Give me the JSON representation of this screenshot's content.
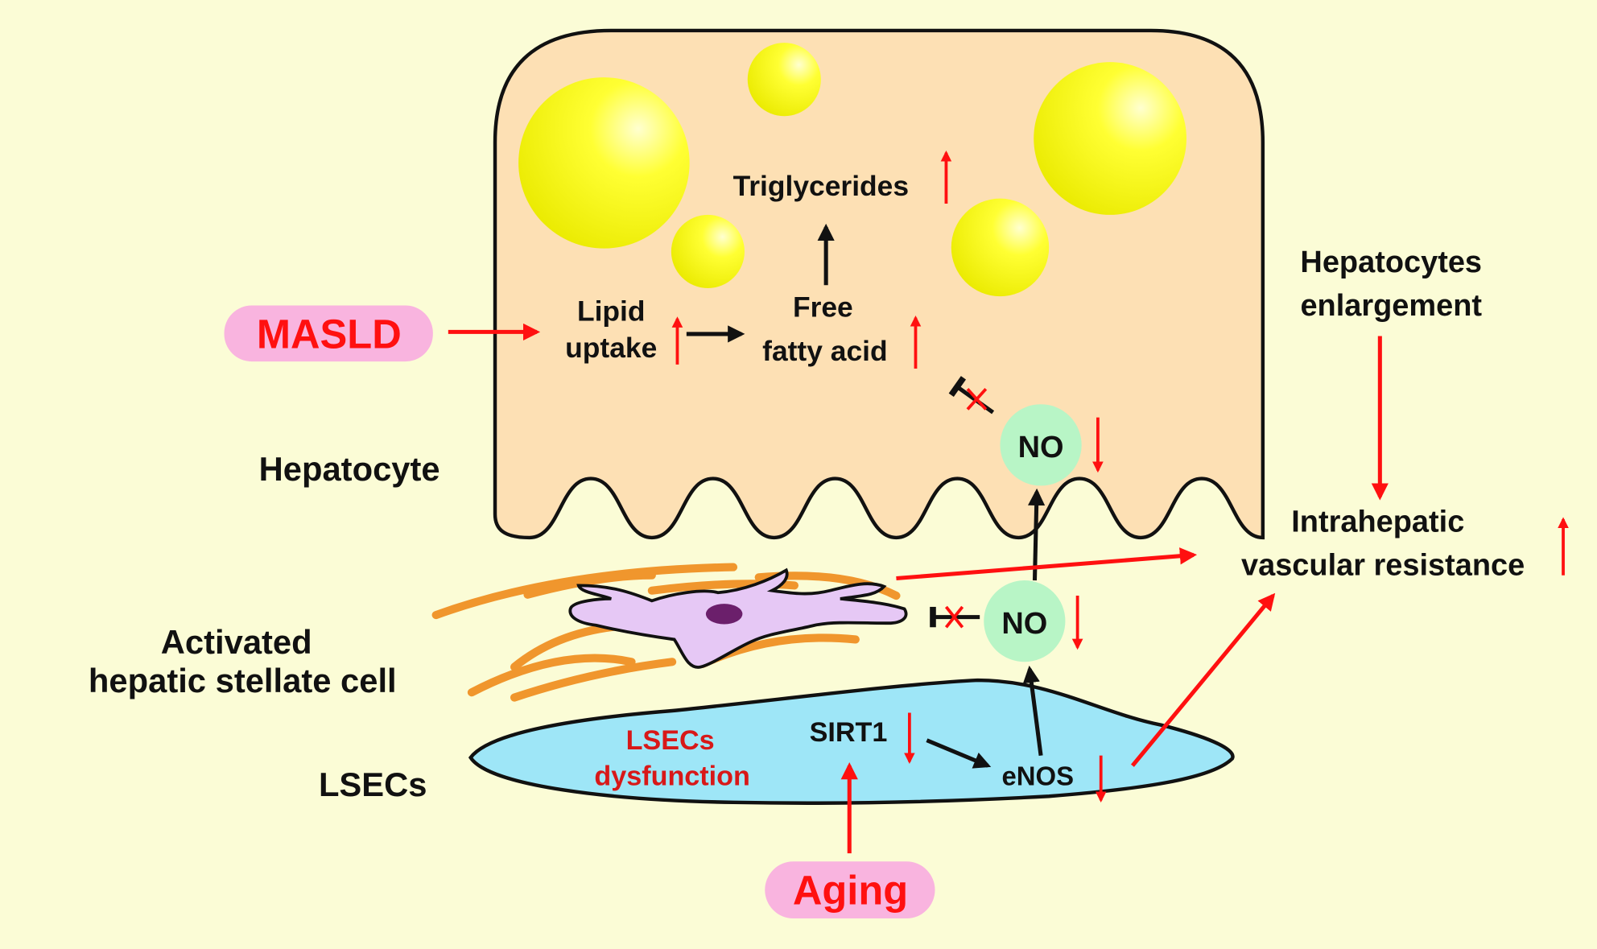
{
  "labels": {
    "triglycerides": "Triglycerides",
    "lipid_line1": "Lipid",
    "lipid_line2": "uptake",
    "ffa_line1": "Free",
    "ffa_line2": "fatty acid",
    "masld": "MASLD",
    "hepatocyte": "Hepatocyte",
    "no_upper": "NO",
    "no_lower": "NO",
    "hep_enlarge_line1": "Hepatocytes",
    "hep_enlarge_line2": "enlargement",
    "ivr_line1": "Intrahepatic",
    "ivr_line2": "vascular resistance",
    "hsc_line1": "Activated",
    "hsc_line2": "hepatic stellate cell",
    "lsecs": "LSECs",
    "lsec_dys_line1": "LSECs",
    "lsec_dys_line2": "dysfunction",
    "sirt1": "SIRT1",
    "enos": "eNOS",
    "aging": "Aging"
  },
  "colors": {
    "background": "#fbfcd6",
    "hepatocyte_fill": "#fde0b4",
    "lipid_droplet": "#f2f200",
    "no_bubble": "#b8f5c6",
    "stellate_fill": "#e6c8f5",
    "nucleus": "#6b1f6b",
    "lsec_fill": "#9ee6f7",
    "fiber": "#f0962d",
    "label_pill": "#f9b4df",
    "red": "#ff1010",
    "dark_red": "#d81818",
    "black": "#111111"
  }
}
